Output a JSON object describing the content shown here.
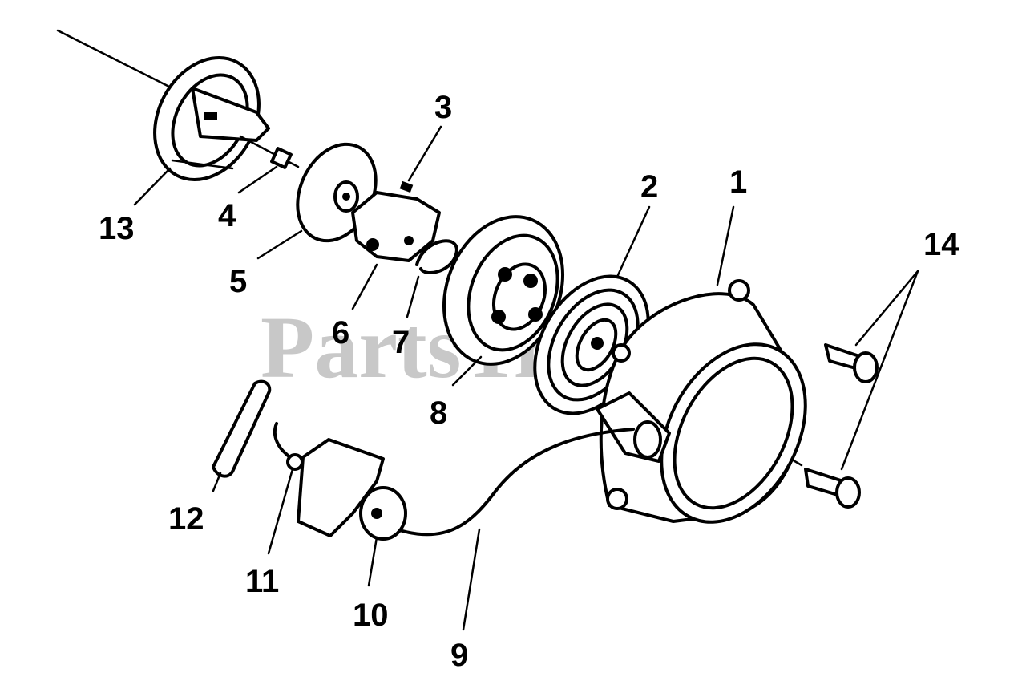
{
  "watermark": "PartsTree",
  "callouts": [
    {
      "id": "13",
      "text": "13"
    },
    {
      "id": "4",
      "text": "4"
    },
    {
      "id": "3",
      "text": "3"
    },
    {
      "id": "5",
      "text": "5"
    },
    {
      "id": "6",
      "text": "6"
    },
    {
      "id": "7",
      "text": "7"
    },
    {
      "id": "8",
      "text": "8"
    },
    {
      "id": "2",
      "text": "2"
    },
    {
      "id": "1",
      "text": "1"
    },
    {
      "id": "14",
      "text": "14"
    },
    {
      "id": "12",
      "text": "12"
    },
    {
      "id": "11",
      "text": "11"
    },
    {
      "id": "10",
      "text": "10"
    },
    {
      "id": "9",
      "text": "9"
    }
  ]
}
